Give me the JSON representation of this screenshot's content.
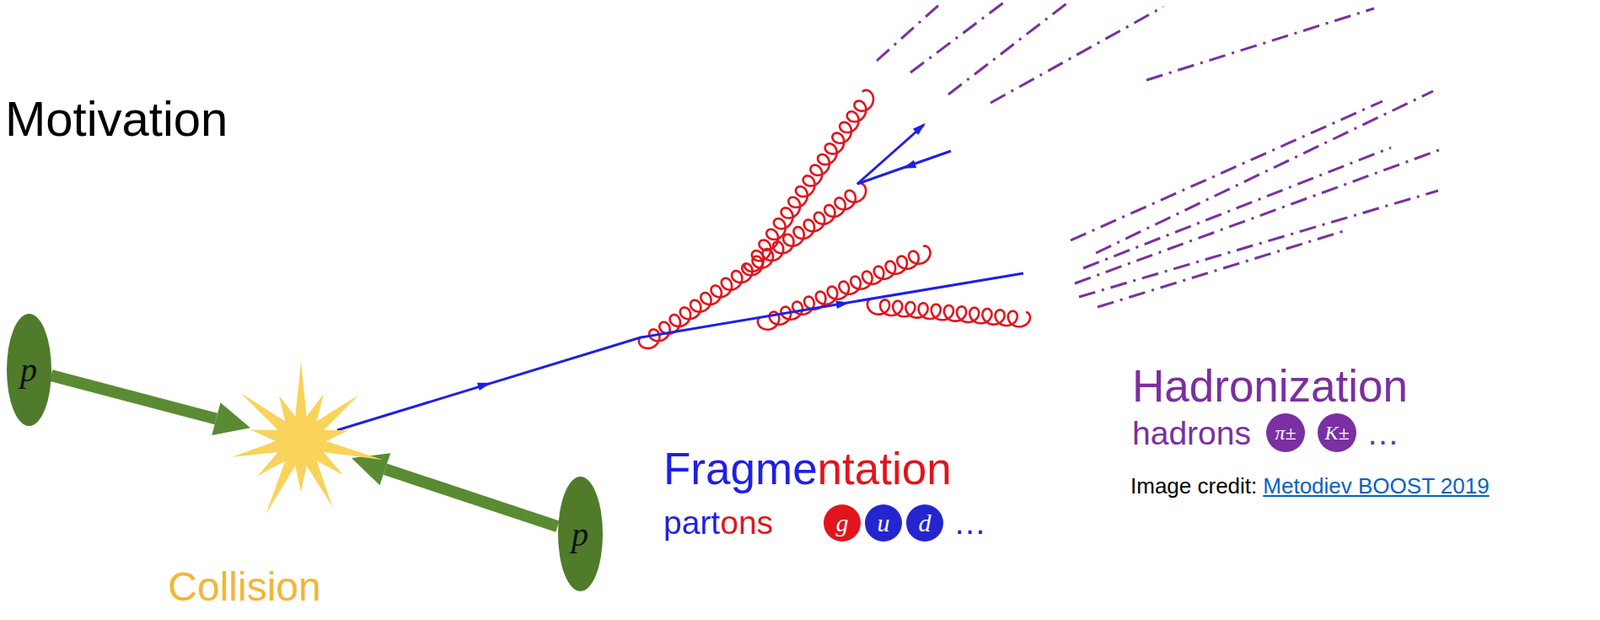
{
  "diagram": {
    "title": "Motivation",
    "nodes": [
      {
        "text": [
          "p"
        ]
      },
      {
        "text": [
          "Collision"
        ]
      },
      {
        "text": [
          "p"
        ]
      },
      {
        "text": [
          "g"
        ]
      },
      {
        "text": [
          "u"
        ]
      },
      {
        "text": [
          "d"
        ]
      },
      {
        "text": [
          "π±"
        ]
      },
      {
        "text": [
          "K±"
        ]
      }
    ],
    "edges": [
      {
        "from": 0,
        "to": 1,
        "arrow": "to"
      },
      {
        "from": 2,
        "to": 1,
        "arrow": "to"
      }
    ],
    "labels": [
      "Fragmentation",
      "partons",
      "…",
      "Hadronization",
      "hadrons",
      "…",
      "Image credit:",
      "Metodiev BOOST 2019"
    ]
  }
}
